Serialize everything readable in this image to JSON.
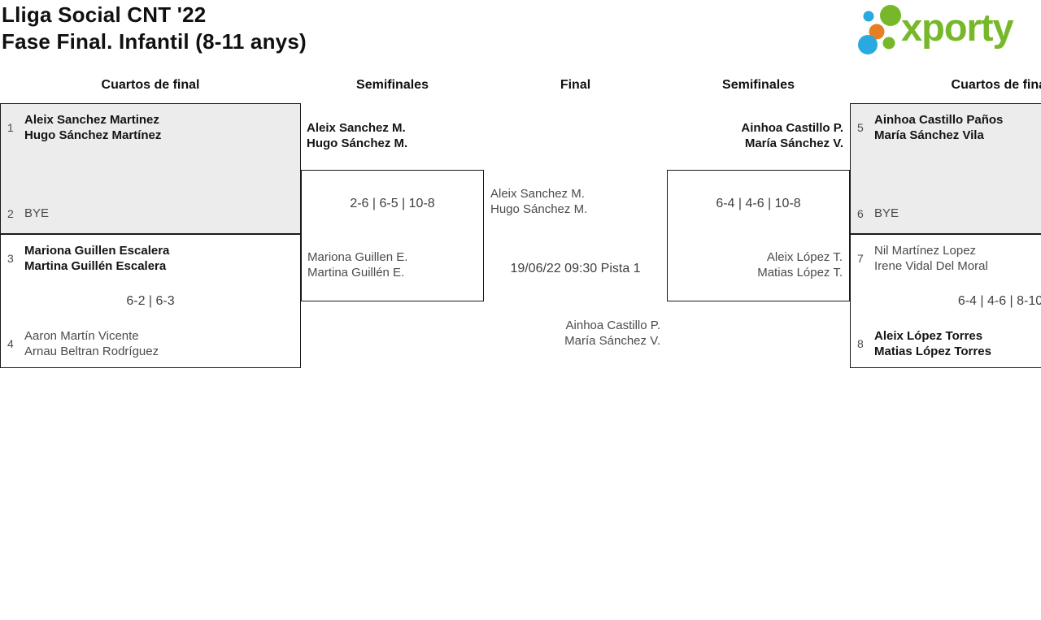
{
  "header": {
    "title_line1": "Lliga Social CNT '22",
    "title_line2": "Fase Final. Infantil (8-11 anys)",
    "logo_text": "xporty"
  },
  "colors": {
    "brand_green": "#76b82a",
    "brand_blue": "#2aa9e0",
    "brand_orange": "#e87e23",
    "shaded_box": "#ececec"
  },
  "rounds": {
    "qf_left": "Cuartos de final",
    "sf_left": "Semifinales",
    "final": "Final",
    "sf_right": "Semifinales",
    "qf_right": "Cuartos de final"
  },
  "matches": {
    "qf1": {
      "seed_top": "1",
      "top_line1": "Aleix Sanchez Martinez",
      "top_line2": "Hugo Sánchez Martínez",
      "seed_bottom": "2",
      "bottom_line1": "BYE"
    },
    "qf2": {
      "seed_top": "3",
      "top_line1": "Mariona Guillen Escalera",
      "top_line2": "Martina Guillén Escalera",
      "score": "6-2 | 6-3",
      "seed_bottom": "4",
      "bottom_line1": "Aaron Martín Vicente",
      "bottom_line2": "Arnau Beltran Rodríguez"
    },
    "sf1": {
      "winner_line1": "Aleix Sanchez M.",
      "winner_line2": "Hugo Sánchez M.",
      "score": "2-6 | 6-5 | 10-8",
      "loser_line1": "Mariona Guillen E.",
      "loser_line2": "Martina Guillén E."
    },
    "final": {
      "team1_line1": "Aleix Sanchez M.",
      "team1_line2": "Hugo Sánchez M.",
      "schedule": "19/06/22 09:30 Pista 1",
      "team2_line1": "Ainhoa Castillo P.",
      "team2_line2": "María Sánchez V."
    },
    "sf2": {
      "winner_line1": "Ainhoa Castillo P.",
      "winner_line2": "María Sánchez V.",
      "score": "6-4 | 4-6 | 10-8",
      "loser_line1": "Aleix López T.",
      "loser_line2": "Matias López T."
    },
    "qf3": {
      "seed_top": "5",
      "top_line1": "Ainhoa Castillo Paños",
      "top_line2": "María Sánchez Vila",
      "seed_bottom": "6",
      "bottom_line1": "BYE"
    },
    "qf4": {
      "seed_top": "7",
      "top_line1": "Nil Martínez Lopez",
      "top_line2": "Irene Vidal Del Moral",
      "score": "6-4 | 4-6 | 8-10",
      "seed_bottom": "8",
      "bottom_line1": "Aleix López Torres",
      "bottom_line2": "Matias López Torres"
    }
  }
}
